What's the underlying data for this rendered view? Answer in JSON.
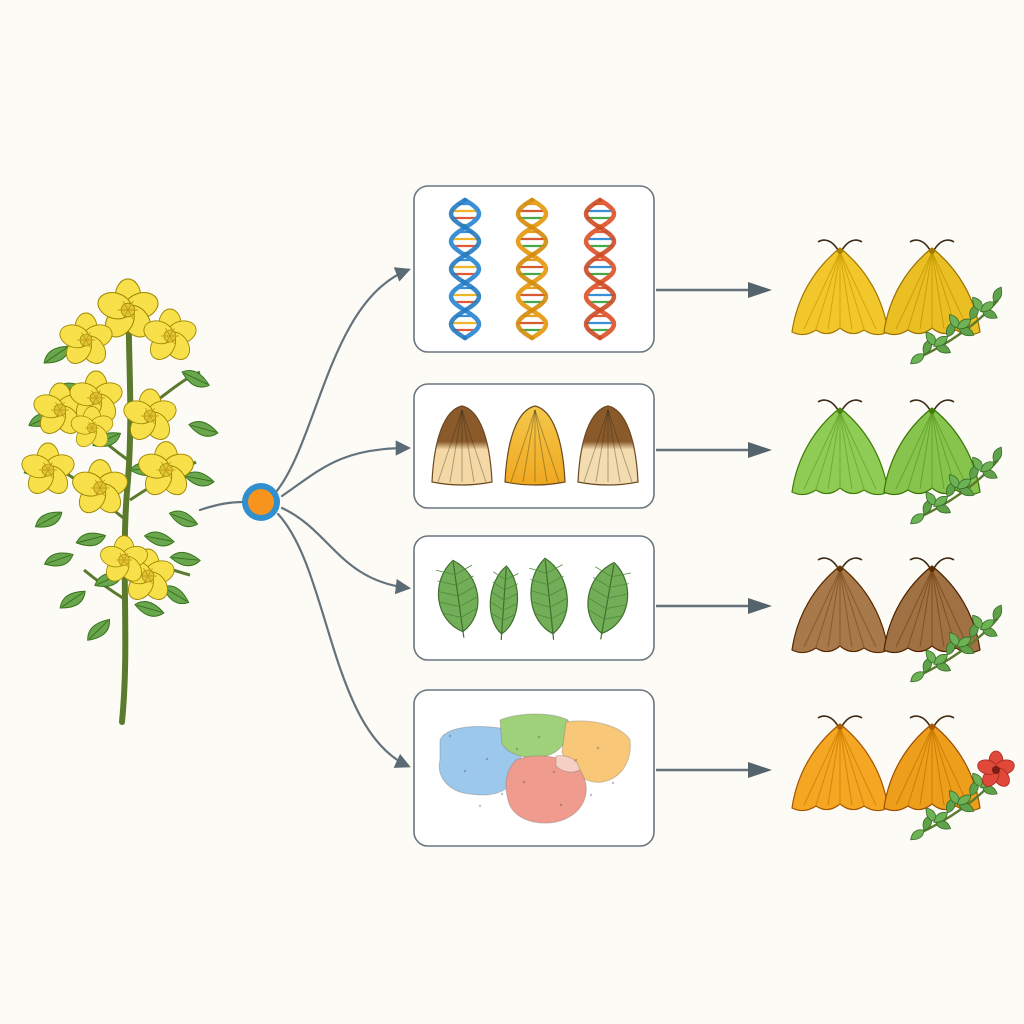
{
  "diagram": {
    "source": {
      "icon": "yellow-flowering-plant-icon",
      "flower_color": "#f7e04a",
      "leaf_color": "#6aa64e",
      "stem_color": "#5b7a2e"
    },
    "hub": {
      "icon": "hub-node",
      "fill": "#f7941d",
      "ring": "#2f8fcf"
    },
    "branches": [
      {
        "id": "genetics",
        "panel_icon": "dna-helix-icon",
        "outcome_icon": "yellow-moth-pair-icon",
        "moth_color": "#f2c72c",
        "sprig_icon": "green-sprig-icon"
      },
      {
        "id": "wing-patterns",
        "panel_icon": "moth-wing-icon",
        "outcome_icon": "green-moth-pair-icon",
        "moth_color": "#8fcc55",
        "sprig_icon": "green-sprig-icon"
      },
      {
        "id": "host-leaves",
        "panel_icon": "leaf-icon",
        "outcome_icon": "brown-moth-pair-icon",
        "moth_color": "#a8794a",
        "sprig_icon": "green-sprig-icon"
      },
      {
        "id": "geography",
        "panel_icon": "region-map-icon",
        "outcome_icon": "orange-moth-pair-icon",
        "moth_color": "#f5a623",
        "sprig_icon": "red-flower-sprig-icon"
      }
    ]
  }
}
